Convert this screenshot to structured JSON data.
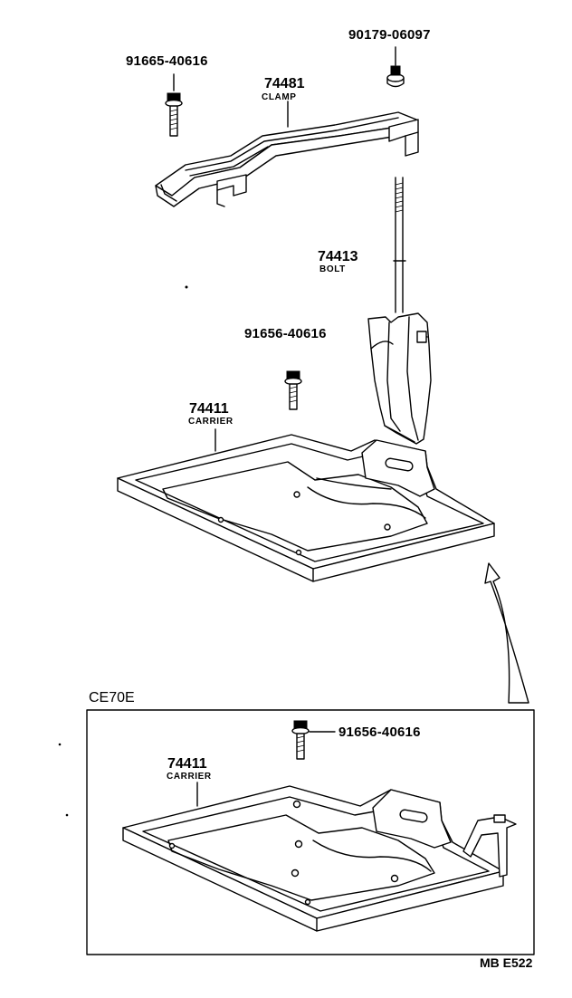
{
  "parts": {
    "nut_top": {
      "part_no": "90179-06097"
    },
    "bolt_top": {
      "part_no": "91665-40616"
    },
    "clamp": {
      "part_no": "74481",
      "name": "CLAMP"
    },
    "bolt_rod": {
      "part_no": "74413",
      "name": "BOLT"
    },
    "bolt_mid": {
      "part_no": "91656-40616"
    },
    "carrier_main": {
      "part_no": "74411",
      "name": "CARRIER"
    }
  },
  "variant": {
    "title": "CE70E",
    "bolt": {
      "part_no": "91656-40616"
    },
    "carrier": {
      "part_no": "74411",
      "name": "CARRIER"
    }
  },
  "footer": {
    "ref_code": "MB E522"
  }
}
